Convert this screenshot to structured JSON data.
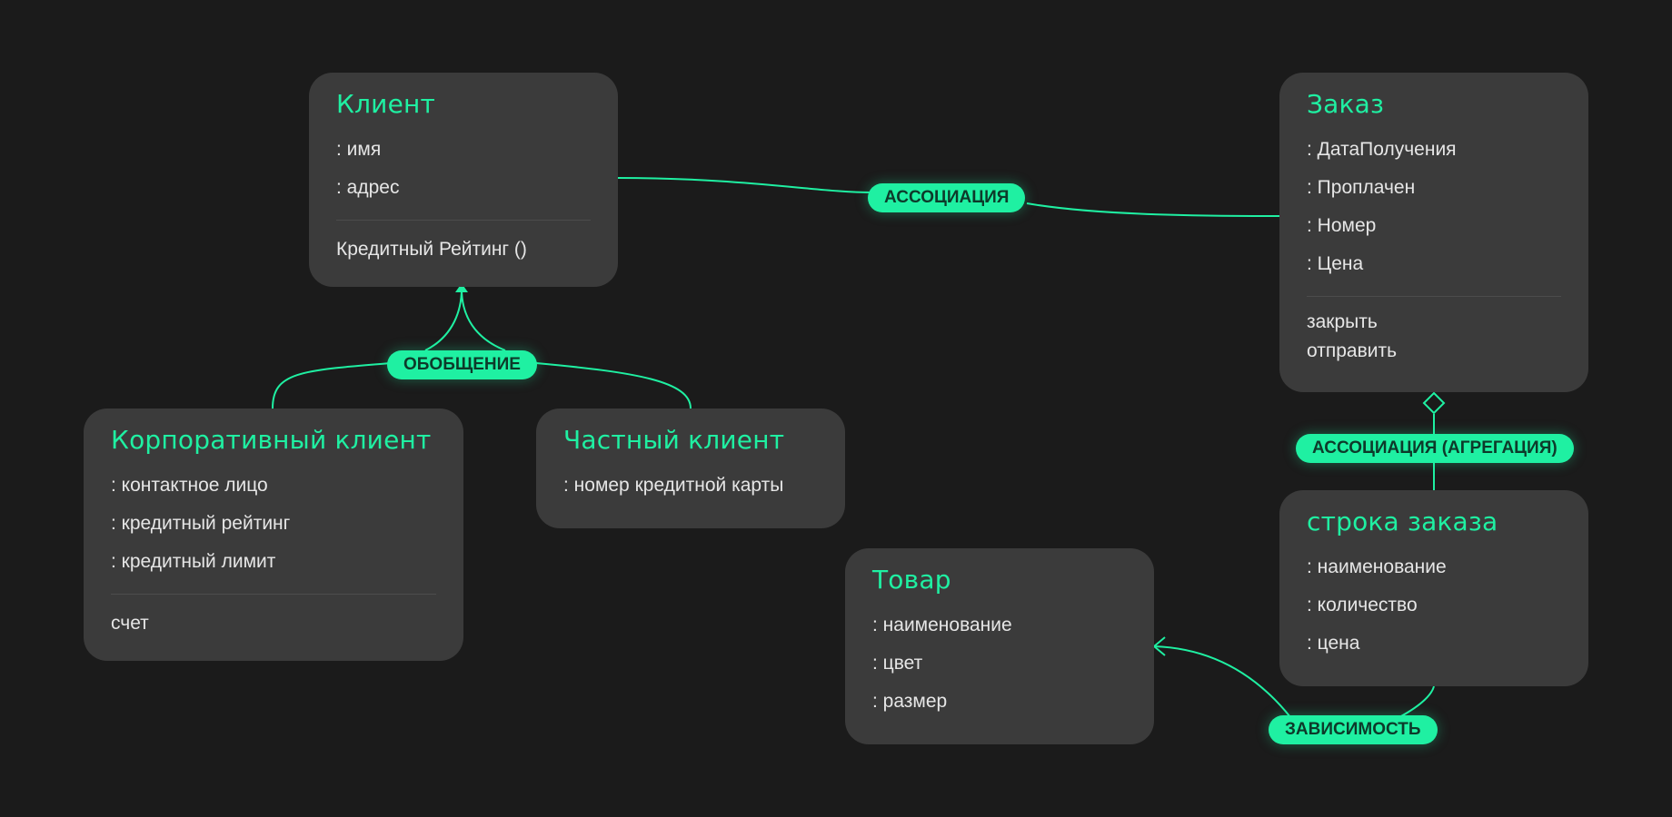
{
  "colors": {
    "background": "#1b1b1b",
    "card": "#3b3b3b",
    "accent": "#1ff0a2",
    "text": "#e6e6e6"
  },
  "classes": {
    "client": {
      "title": "Клиент",
      "attributes": [
        ": имя",
        ": адрес"
      ],
      "methods": [
        "Кредитный Рейтинг ()"
      ]
    },
    "order": {
      "title": "Заказ",
      "attributes": [
        ": ДатаПолучения",
        ": Проплачен",
        ": Номер",
        ": Цена"
      ],
      "methods": [
        "закрыть",
        "отправить"
      ]
    },
    "corporate": {
      "title": "Корпоративный клиент",
      "attributes": [
        ": контактное лицо",
        ": кредитный рейтинг",
        ": кредитный лимит"
      ],
      "methods": [
        "счет"
      ]
    },
    "private": {
      "title": "Частный клиент",
      "attributes": [
        ": номер кредитной карты"
      ]
    },
    "order_line": {
      "title": "строка заказа",
      "attributes": [
        ": наименование",
        ": количество",
        ": цена"
      ]
    },
    "product": {
      "title": "Товар",
      "attributes": [
        ": наименование",
        ": цвет",
        ": размер"
      ]
    }
  },
  "relations": {
    "association": "АССОЦИАЦИЯ",
    "generalization": "ОБОБЩЕНИЕ",
    "aggregation": "АССОЦИАЦИЯ (АГРЕГАЦИЯ)",
    "dependency": "ЗАВИСИМОСТЬ"
  }
}
